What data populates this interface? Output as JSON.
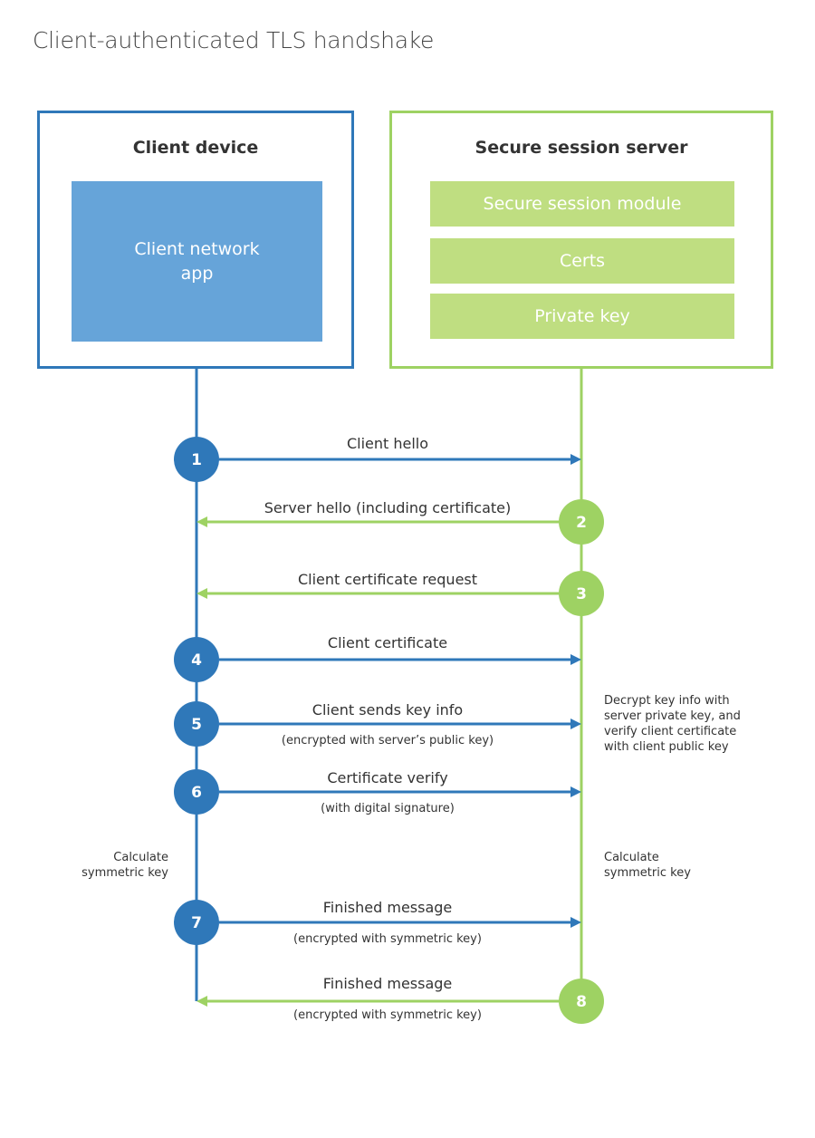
{
  "title": "Client-authenticated TLS handshake",
  "client": {
    "title": "Client device",
    "app_label": "Client network app"
  },
  "server": {
    "title": "Secure session server",
    "modules": [
      "Secure session module",
      "Certs",
      "Private key"
    ]
  },
  "steps": [
    {
      "num": "1",
      "label": "Client hello",
      "sub": "",
      "direction": "to-server"
    },
    {
      "num": "2",
      "label": "Server hello (including certificate)",
      "sub": "",
      "direction": "to-client"
    },
    {
      "num": "3",
      "label": "Client certificate request",
      "sub": "",
      "direction": "to-client"
    },
    {
      "num": "4",
      "label": "Client certificate",
      "sub": "",
      "direction": "to-server"
    },
    {
      "num": "5",
      "label": "Client sends key info",
      "sub": "(encrypted with server’s public key)",
      "direction": "to-server"
    },
    {
      "num": "6",
      "label": "Certificate verify",
      "sub": "(with digital signature)",
      "direction": "to-server"
    },
    {
      "num": "7",
      "label": "Finished message",
      "sub": "(encrypted with symmetric key)",
      "direction": "to-server"
    },
    {
      "num": "8",
      "label": "Finished message",
      "sub": "(encrypted with symmetric key)",
      "direction": "to-client"
    }
  ],
  "notes": {
    "server_decrypt": "Decrypt key info with server private key, and verify client certificate with client public key",
    "client_calc": "Calculate symmetric key",
    "server_calc": "Calculate symmetric key"
  },
  "colors": {
    "client": "#2f78b9",
    "server": "#9ed263"
  }
}
